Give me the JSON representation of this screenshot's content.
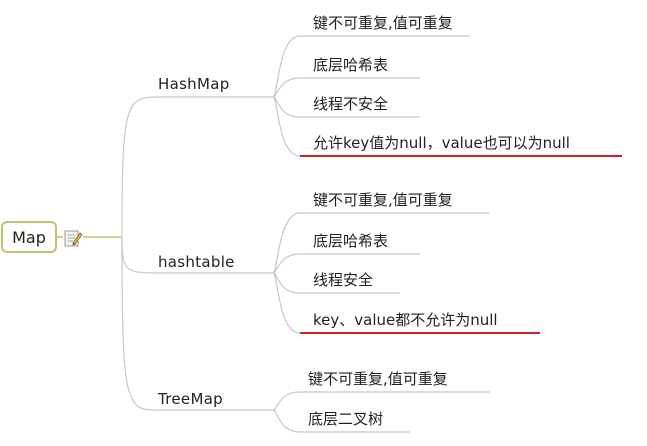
{
  "root": {
    "label": "Map"
  },
  "branches": [
    {
      "label": "HashMap",
      "children": [
        {
          "label": "键不可重复,值可重复"
        },
        {
          "label": "底层哈希表"
        },
        {
          "label": "线程不安全"
        },
        {
          "label": "允许key值为null，value也可以为null",
          "underline_color": "#d62020"
        }
      ]
    },
    {
      "label": "hashtable",
      "children": [
        {
          "label": "键不可重复,值可重复"
        },
        {
          "label": "底层哈希表"
        },
        {
          "label": "线程安全"
        },
        {
          "label": "key、value都不允许为null",
          "underline_color": "#d62020"
        }
      ]
    },
    {
      "label": "TreeMap",
      "children": [
        {
          "label": "键不可重复,值可重复"
        },
        {
          "label": "底层二叉树"
        }
      ]
    }
  ],
  "colors": {
    "root_border": "#b5c96a",
    "connector": "#b5c96a",
    "branch_line": "#c8c8c8",
    "emphasis_underline": "#d62020"
  },
  "icons": {
    "root_note": "note-pencil-icon"
  }
}
